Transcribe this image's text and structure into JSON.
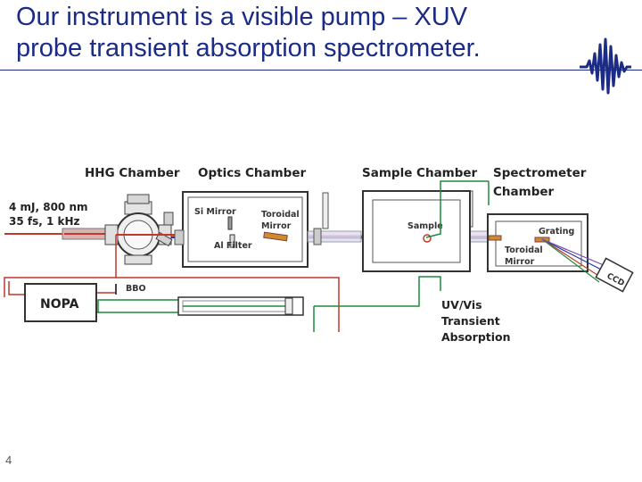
{
  "slide": {
    "title_line1": "Our instrument is a visible pump – XUV",
    "title_line2": "probe transient absorption spectrometer.",
    "slide_number": "4",
    "logo": "pulse-waveform-icon"
  },
  "diagram": {
    "chambers": {
      "hhg": "HHG Chamber",
      "optics": "Optics Chamber",
      "sample": "Sample Chamber",
      "spectrometer_line1": "Spectrometer",
      "spectrometer_line2": "Chamber"
    },
    "laser_line1": "4 mJ, 800 nm",
    "laser_line2": "35 fs, 1 kHz",
    "components": {
      "si_mirror": "Si Mirror",
      "toroidal1_line1": "Toroidal",
      "toroidal1_line2": "Mirror",
      "al_filter": "Al Filter",
      "sample": "Sample",
      "grating": "Grating",
      "toroidal2_line1": "Toroidal",
      "toroidal2_line2": "Mirror",
      "ccd": "CCD",
      "bbo": "BBO",
      "nopa": "NOPA",
      "uvvis_line1": "UV/Vis",
      "uvvis_line2": "Transient",
      "uvvis_line3": "Absorption"
    },
    "colors": {
      "ir_beam": "#c0392b",
      "xuv_beam": "#2233aa",
      "visible_beam": "#1f8a3a",
      "title": "#1b2b86"
    }
  }
}
